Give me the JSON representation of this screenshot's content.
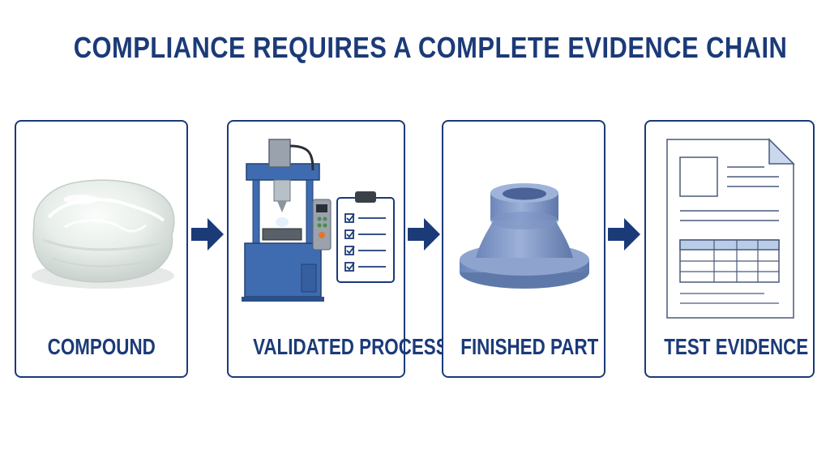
{
  "title": "COMPLIANCE REQUIRES A COMPLETE EVIDENCE CHAIN",
  "steps": [
    {
      "label": "COMPOUND",
      "icon": "silicone-compound-icon"
    },
    {
      "label": "VALIDATED PROCESS",
      "icon": "molding-press-checklist-icon"
    },
    {
      "label": "FINISHED PART",
      "icon": "molded-part-icon"
    },
    {
      "label": "TEST EVIDENCE",
      "icon": "test-report-document-icon"
    }
  ],
  "colors": {
    "primary": "#1b3a78",
    "part": "#7f98c9",
    "machine": "#3f6cb0",
    "compound": "#e9eeeb"
  }
}
